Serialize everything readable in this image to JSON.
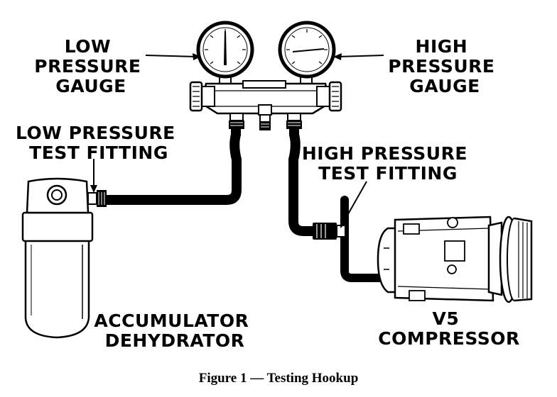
{
  "labels": {
    "low_gauge": [
      "LOW",
      "PRESSURE",
      "GAUGE"
    ],
    "high_gauge": [
      "HIGH",
      "PRESSURE",
      "GAUGE"
    ],
    "low_fitting": [
      "LOW PRESSURE",
      "TEST FITTING"
    ],
    "high_fitting": [
      "HIGH PRESSURE",
      "TEST FITTING"
    ],
    "accumulator": [
      "ACCUMULATOR",
      "DEHYDRATOR"
    ],
    "compressor": [
      "V5",
      "COMPRESSOR"
    ]
  },
  "caption": "Figure 1 — Testing Hookup",
  "colors": {
    "ink": "#000000",
    "paper": "#ffffff"
  }
}
